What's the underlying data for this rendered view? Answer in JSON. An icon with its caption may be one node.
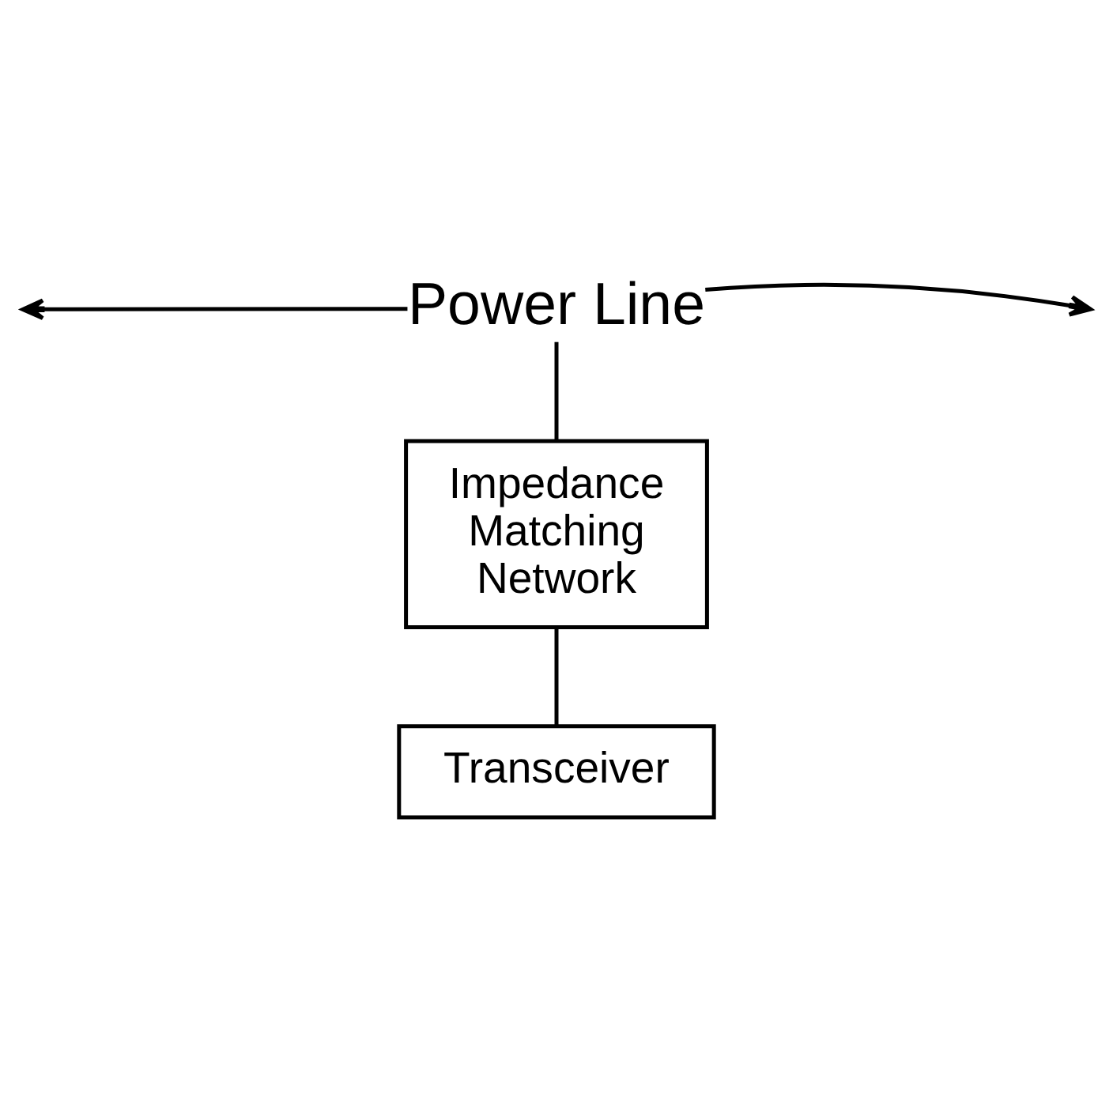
{
  "diagram": {
    "nodes": [
      {
        "text": [
          "Power Line"
        ]
      },
      {
        "text": [
          "Impedance Matching Network"
        ]
      },
      {
        "text": [
          "Transceiver"
        ]
      }
    ],
    "edges": [
      {
        "from": 0,
        "to": null,
        "arrow": "to"
      },
      {
        "from": 0,
        "to": null,
        "arrow": "to"
      },
      {
        "from": 0,
        "to": 1,
        "arrow": "none"
      },
      {
        "from": 1,
        "to": 2,
        "arrow": "none"
      }
    ]
  }
}
